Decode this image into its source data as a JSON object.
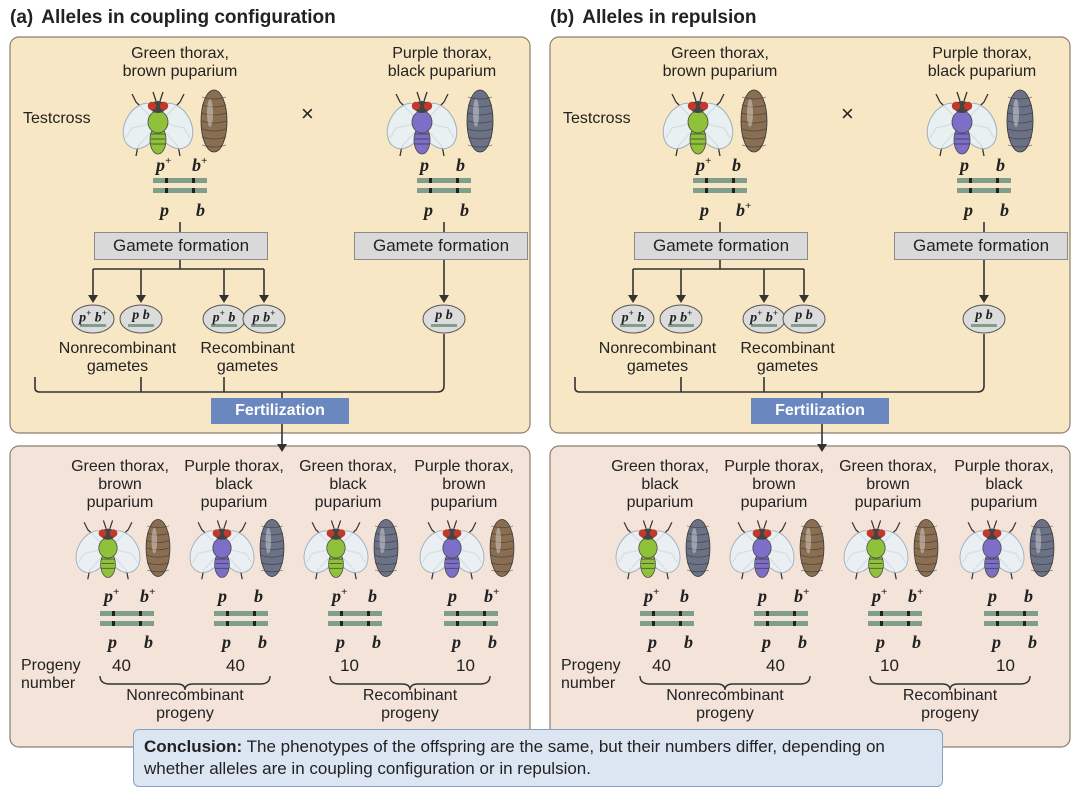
{
  "panel_a": {
    "tag": "(a)",
    "title": "Alleles in coupling configuration",
    "testcross": "Testcross",
    "cross_symbol": "×",
    "parent1": {
      "line1": "Green thorax,",
      "line2": "brown puparium",
      "top": [
        "p",
        "+",
        "b",
        "+"
      ],
      "bottom": [
        "p",
        "",
        "b",
        ""
      ]
    },
    "parent2": {
      "line1": "Purple thorax,",
      "line2": "black puparium",
      "top": [
        "p",
        "",
        "b",
        ""
      ],
      "bottom": [
        "p",
        "",
        "b",
        ""
      ]
    },
    "gamete_formation": "Gamete formation",
    "gametes": [
      {
        "p": "p",
        "ps": "+",
        "b": "b",
        "bs": "+"
      },
      {
        "p": "p",
        "ps": "",
        "b": "b",
        "bs": ""
      },
      {
        "p": "p",
        "ps": "+",
        "b": "b",
        "bs": ""
      },
      {
        "p": "p",
        "ps": "",
        "b": "b",
        "bs": "+"
      },
      {
        "p": "p",
        "ps": "",
        "b": "b",
        "bs": ""
      }
    ],
    "nonrecombinant_gametes": [
      "Nonrecombinant",
      "gametes"
    ],
    "recombinant_gametes": [
      "Recombinant",
      "gametes"
    ],
    "fertilization": "Fertilization",
    "progeny": [
      {
        "l1": "Green thorax,",
        "l2": "brown",
        "l3": "puparium",
        "top": [
          "p",
          "+",
          "b",
          "+"
        ],
        "bot": [
          "p",
          "",
          "b",
          ""
        ],
        "num": "40"
      },
      {
        "l1": "Purple thorax,",
        "l2": "black",
        "l3": "puparium",
        "top": [
          "p",
          "",
          "b",
          ""
        ],
        "bot": [
          "p",
          "",
          "b",
          ""
        ],
        "num": "40"
      },
      {
        "l1": "Green thorax,",
        "l2": "black",
        "l3": "puparium",
        "top": [
          "p",
          "+",
          "b",
          ""
        ],
        "bot": [
          "p",
          "",
          "b",
          ""
        ],
        "num": "10"
      },
      {
        "l1": "Purple thorax,",
        "l2": "brown",
        "l3": "puparium",
        "top": [
          "p",
          "",
          "b",
          "+"
        ],
        "bot": [
          "p",
          "",
          "b",
          ""
        ],
        "num": "10"
      }
    ],
    "progeny_number": [
      "Progeny",
      "number"
    ],
    "nonrecombinant_progeny": [
      "Nonrecombinant",
      "progeny"
    ],
    "recombinant_progeny": [
      "Recombinant",
      "progeny"
    ]
  },
  "panel_b": {
    "tag": "(b)",
    "title": "Alleles in repulsion",
    "testcross": "Testcross",
    "cross_symbol": "×",
    "parent1": {
      "line1": "Green thorax,",
      "line2": "brown puparium",
      "top": [
        "p",
        "+",
        "b",
        ""
      ],
      "bottom": [
        "p",
        "",
        "b",
        "+"
      ]
    },
    "parent2": {
      "line1": "Purple thorax,",
      "line2": "black puparium",
      "top": [
        "p",
        "",
        "b",
        ""
      ],
      "bottom": [
        "p",
        "",
        "b",
        ""
      ]
    },
    "gamete_formation": "Gamete formation",
    "gametes": [
      {
        "p": "p",
        "ps": "+",
        "b": "b",
        "bs": ""
      },
      {
        "p": "p",
        "ps": "",
        "b": "b",
        "bs": "+"
      },
      {
        "p": "p",
        "ps": "+",
        "b": "b",
        "bs": "+"
      },
      {
        "p": "p",
        "ps": "",
        "b": "b",
        "bs": ""
      },
      {
        "p": "p",
        "ps": "",
        "b": "b",
        "bs": ""
      }
    ],
    "nonrecombinant_gametes": [
      "Nonrecombinant",
      "gametes"
    ],
    "recombinant_gametes": [
      "Recombinant",
      "gametes"
    ],
    "fertilization": "Fertilization",
    "progeny": [
      {
        "l1": "Green thorax,",
        "l2": "black",
        "l3": "puparium",
        "top": [
          "p",
          "+",
          "b",
          ""
        ],
        "bot": [
          "p",
          "",
          "b",
          ""
        ],
        "num": "40"
      },
      {
        "l1": "Purple thorax,",
        "l2": "brown",
        "l3": "puparium",
        "top": [
          "p",
          "",
          "b",
          "+"
        ],
        "bot": [
          "p",
          "",
          "b",
          ""
        ],
        "num": "40"
      },
      {
        "l1": "Green thorax,",
        "l2": "brown",
        "l3": "puparium",
        "top": [
          "p",
          "+",
          "b",
          "+"
        ],
        "bot": [
          "p",
          "",
          "b",
          ""
        ],
        "num": "10"
      },
      {
        "l1": "Purple thorax,",
        "l2": "black",
        "l3": "puparium",
        "top": [
          "p",
          "",
          "b",
          ""
        ],
        "bot": [
          "p",
          "",
          "b",
          ""
        ],
        "num": "10"
      }
    ],
    "progeny_number": [
      "Progeny",
      "number"
    ],
    "nonrecombinant_progeny": [
      "Nonrecombinant",
      "progeny"
    ],
    "recombinant_progeny": [
      "Recombinant",
      "progeny"
    ]
  },
  "conclusion": {
    "label": "Conclusion:",
    "text": " The phenotypes of the offspring are the same, but their numbers differ, depending on whether alleles are in coupling configuration or in repulsion."
  },
  "colors": {
    "parent_panel": "#f8e7c4",
    "progeny_panel": "#f3e3d8",
    "chromosome": "#7f9e8c",
    "fertilization": "#6a87c0",
    "gamete_box": "#d9d9d9",
    "conclusion": "#dce6f3",
    "green_fly": "#8fc13a",
    "purple_fly": "#7d6fc8",
    "brown_puparium": "#8a6e52",
    "black_puparium": "#6c7285"
  },
  "icons": [
    "fly-icon",
    "puparium-icon",
    "cross-icon"
  ]
}
